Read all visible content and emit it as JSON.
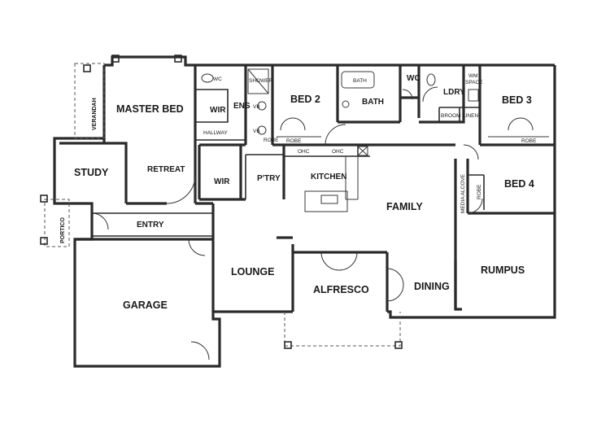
{
  "rooms": {
    "master_bed": "MASTER BED",
    "wir_master": "WIR",
    "ens": "ENS",
    "hallway": "HALLWAY",
    "bed2": "BED 2",
    "bath": "BATH",
    "wc": "WC",
    "ldry": "LDRY",
    "bed3": "BED 3",
    "study": "STUDY",
    "retreat": "RETREAT",
    "wir2": "WIR",
    "pantry": "P'TRY",
    "kitchen": "KITCHEN",
    "family": "FAMILY",
    "bed4": "BED 4",
    "entry": "ENTRY",
    "lounge": "LOUNGE",
    "alfresco": "ALFRESCO",
    "dining": "DINING",
    "rumpus": "RUMPUS",
    "garage": "GARAGE",
    "portico": "PORTICO",
    "verandah": "VERANDAH",
    "media_alcove": "MEDIA ALCOVE"
  },
  "fixtures": {
    "bath_tub": "BATH",
    "robe": "ROBE",
    "broom": "BROOM",
    "linen": "LINEN",
    "wm_space_1": "WM",
    "wm_space_2": "SPACE",
    "ohc": "OHC",
    "vb": "VB",
    "wc": "WC",
    "shower": "SHOWER"
  }
}
